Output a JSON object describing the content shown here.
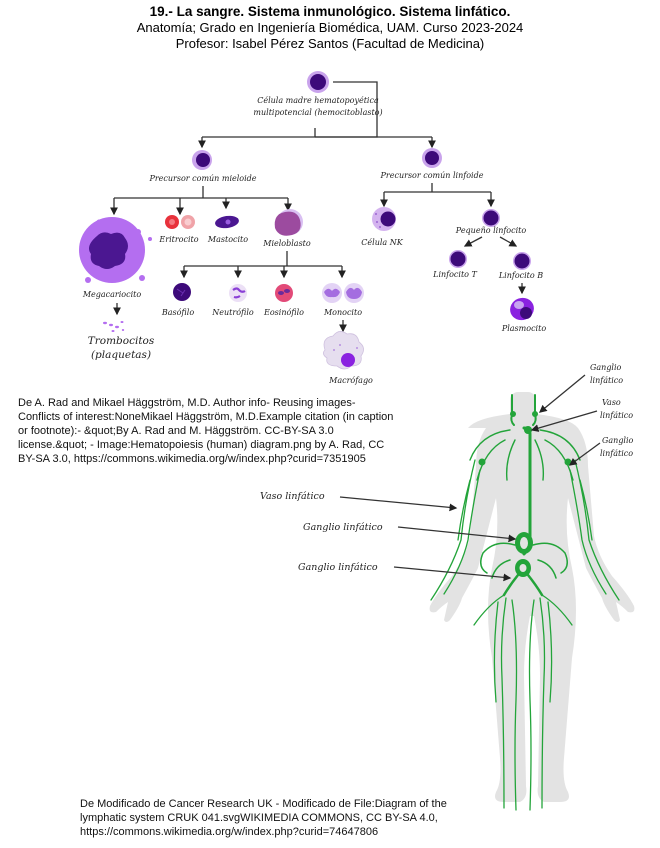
{
  "header": {
    "title": "19.- La sangre.  Sistema inmunológico.  Sistema linfático.",
    "course": "Anatomía; Grado en Ingeniería Biomédica, UAM. Curso 2023-2024",
    "professor": "Profesor: Isabel Pérez Santos (Facultad de Medicina)"
  },
  "hematopoiesis": {
    "stem_cell": [
      "Célula madre hematopoyética",
      "multipotencial (hemocitoblasto)"
    ],
    "myeloid_precursor": "Precursor común mieloide",
    "lymphoid_precursor": "Precursor común linfoide",
    "megakaryocyte": "Megacariocito",
    "thrombocytes": [
      "Trombocitos",
      "(plaquetas)"
    ],
    "erythrocyte": "Eritrocito",
    "mast_cell": "Mastocito",
    "myeloblast": "Mieloblasto",
    "basophil": "Basófilo",
    "neutrophil": "Neutrófilo",
    "eosinophil": "Eosinófilo",
    "monocyte": "Monocito",
    "macrophage": "Macrófago",
    "nk_cell": "Célula NK",
    "small_lymphocyte": "Pequeño linfocito",
    "t_lymphocyte": "Linfocito T",
    "b_lymphocyte": "Linfocito B",
    "plasma_cell": "Plasmocito"
  },
  "caption_hematopoiesis": "De A. Rad and Mikael Häggström, M.D. Author info- Reusing images- Conflicts of interest:NoneMikael Häggström, M.D.Example citation (in caption or footnote):- &quot;By A. Rad and M. Häggström. CC-BY-SA 3.0 license.&quot; - Image:Hematopoiesis (human) diagram.png by A. Rad, CC BY-SA 3.0, https://commons.wikimedia.org/w/index.php?curid=7351905",
  "lymphatic": {
    "label_neck_node": [
      "Ganglio",
      "linfático"
    ],
    "label_duct": [
      "Vaso",
      "linfático"
    ],
    "label_axillary_node": [
      "Ganglio",
      "linfático"
    ],
    "label_arm_vessel": "Vaso linfático",
    "label_abdominal_node": "Ganglio linfático",
    "label_pelvic_node": "Ganglio linfático"
  },
  "caption_lymphatic": "De Modificado de Cancer Research UK - Modificado de File:Diagram of the lymphatic system CRUK 041.svgWIKIMEDIA COMMONS, CC BY-SA 4.0, https://commons.wikimedia.org/w/index.php?curid=74647806",
  "colors": {
    "lymph_green": "#23a43a",
    "cell_nucleus": "#3d0a7a",
    "cell_cytoplasm": "#c9a3ec",
    "body_gray": "#e3e3e3"
  }
}
